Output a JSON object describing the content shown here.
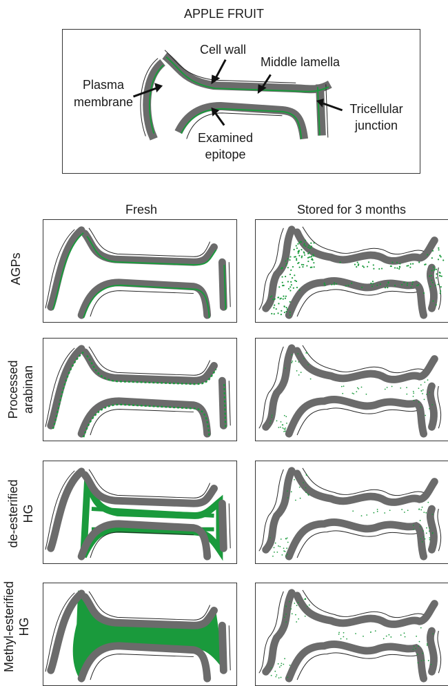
{
  "title": "APPLE FRUIT",
  "schematic": {
    "labels": {
      "cell_wall": "Cell wall",
      "middle_lamella": "Middle lamella",
      "plasma_membrane_1": "Plasma",
      "plasma_membrane_2": "membrane",
      "tricellular_1": "Tricellular",
      "tricellular_2": "junction",
      "epitope_1": "Examined",
      "epitope_2": "epitope"
    }
  },
  "columns": {
    "fresh": "Fresh",
    "stored": "Stored for 3 months"
  },
  "rows": [
    {
      "id": "agps",
      "label_lines": [
        "AGPs"
      ],
      "fresh_pattern": "thin-green-line",
      "stored_pattern": "dotted-clusters"
    },
    {
      "id": "arabinan",
      "label_lines": [
        "Processed",
        "arabinan"
      ],
      "fresh_pattern": "dashed-green-line",
      "stored_pattern": "sparse-dots"
    },
    {
      "id": "de-esterified-hg",
      "label_lines": [
        "de-esterified",
        "HG"
      ],
      "fresh_pattern": "green-middle-lamella",
      "stored_pattern": "sparse-dots"
    },
    {
      "id": "methyl-esterified-hg",
      "label_lines": [
        "Methyl-esterified",
        "HG"
      ],
      "fresh_pattern": "green-filled-lamella",
      "stored_pattern": "sparse-dots"
    }
  ],
  "colors": {
    "wall": "#6b6b6b",
    "epitope": "#1a9a3c",
    "outline": "#222222"
  }
}
